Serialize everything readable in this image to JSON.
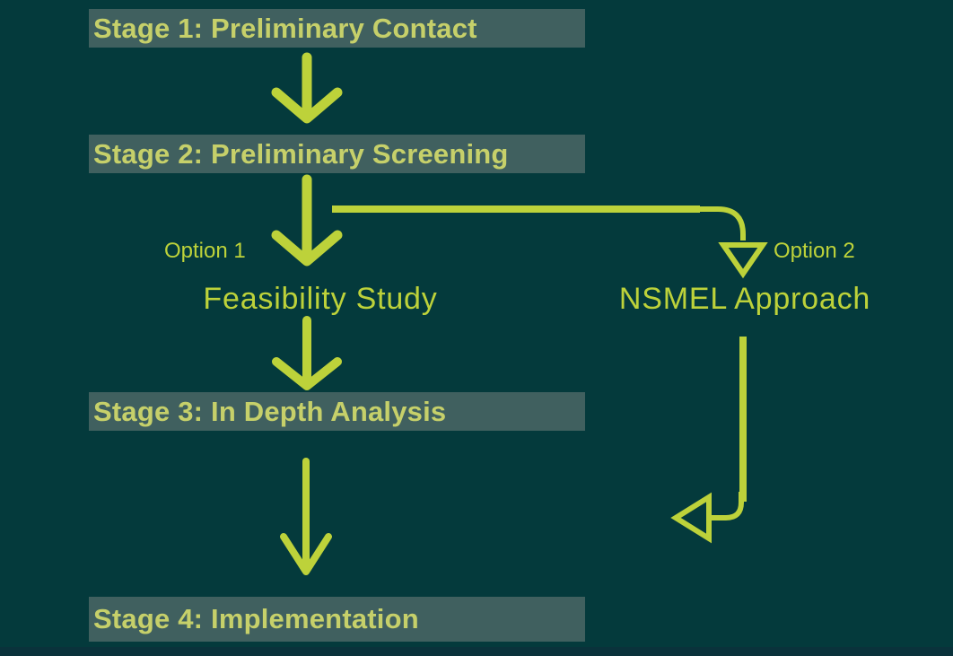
{
  "palette": {
    "background": "#043a3c",
    "box_background": "#40605f",
    "stage_text": "#c6d06a",
    "accent": "#bdd23a",
    "footer_strip": "#0a323b"
  },
  "stages": [
    {
      "label": "Stage 1: Preliminary Contact"
    },
    {
      "label": "Stage 2: Preliminary Screening"
    },
    {
      "label": "Stage 3: In Depth Analysis"
    },
    {
      "label": "Stage 4: Implementation"
    }
  ],
  "branches": {
    "option1": {
      "tag": "Option 1",
      "title": "Feasibility Study"
    },
    "option2": {
      "tag": "Option 2",
      "title": "NSMEL Approach"
    }
  }
}
